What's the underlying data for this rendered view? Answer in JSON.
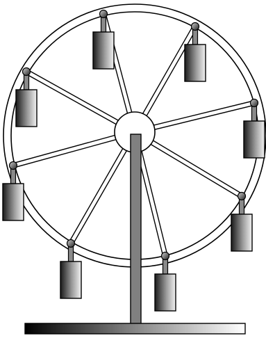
{
  "diagram": {
    "subject": "ferris-wheel",
    "parts": {
      "outer_rim": "double-ring",
      "hub": "circle",
      "spokes": 8,
      "gondolas": 8,
      "tower": "single-post",
      "base": "horizontal-bar"
    },
    "colors": {
      "background": "#ffffff",
      "stroke": "#000000",
      "rim_fill": "#ffffff",
      "tower_fill": "#808080",
      "gondola_gradient_dark": "#1a1a1a",
      "gondola_gradient_light": "#f2f2f2",
      "base_gradient_dark": "#000000",
      "base_gradient_light": "#ffffff"
    }
  }
}
